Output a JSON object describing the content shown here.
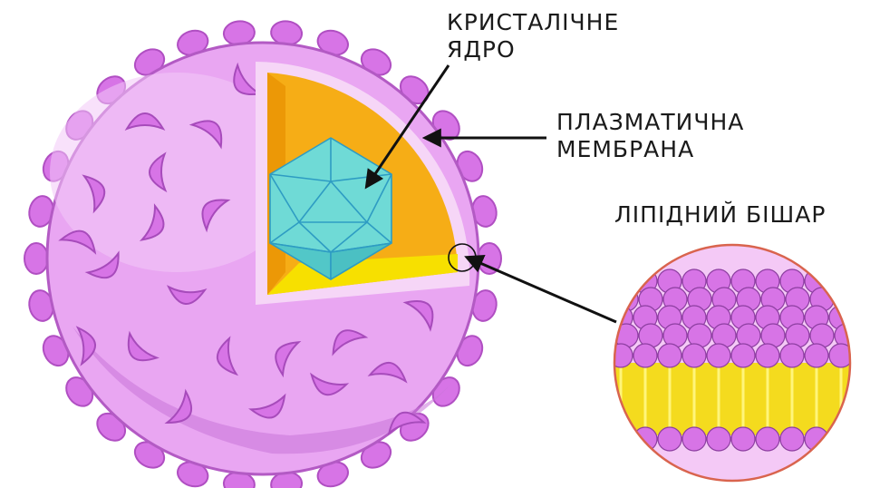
{
  "labels": {
    "core_line1": "КРИСТАЛІЧНЕ",
    "core_line2": "ЯДРО",
    "membrane_line1": "ПЛАЗМАТИЧНА",
    "membrane_line2": "МЕМБРАНА",
    "bilayer": "ЛІПІДНИЙ БІШАР"
  },
  "colors": {
    "capsule": "#e9a6f2",
    "capsule_shadow": "#c975d8",
    "capsule_highlight": "#f2c8f7",
    "spike": "#d774e6",
    "membrane_outer": "#f6c4f3",
    "layer_orange": "#f6ad16",
    "layer_yellow": "#f7e000",
    "core": "#6fdad6",
    "lipid_head": "#d774e6",
    "lipid_tail": "#f4db1e",
    "zoom_border": "#d9644e",
    "arrow": "#111111"
  }
}
